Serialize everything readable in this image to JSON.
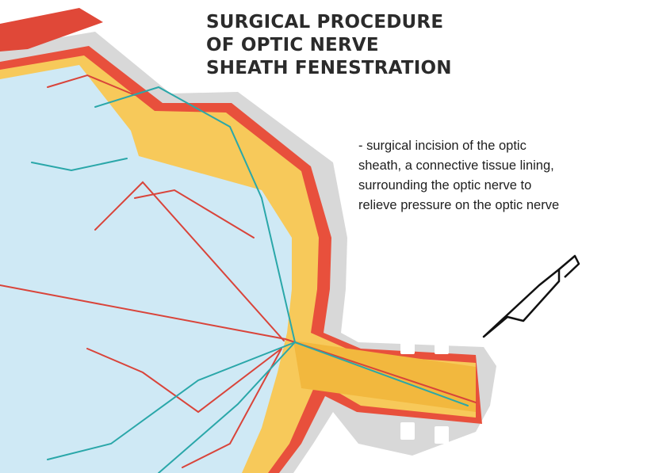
{
  "title_lines": [
    "SURGICAL PROCEDURE",
    "OF OPTIC NERVE",
    "SHEATH FENESTRATION"
  ],
  "description_lines": [
    "- surgical incision of the optic",
    "sheath, a connective tissue lining,",
    "surrounding the optic nerve to",
    "relieve pressure on the optic nerve"
  ],
  "colors": {
    "vitreous": "#cfe9f5",
    "retina": "#f7c95a",
    "choroid": "#e8503c",
    "sclera": "#d6d6d6",
    "vessel_artery": "#d9443a",
    "vessel_vein": "#2aa7a9",
    "muscle": "#e04838"
  },
  "icons": [
    "scalpel-icon"
  ]
}
